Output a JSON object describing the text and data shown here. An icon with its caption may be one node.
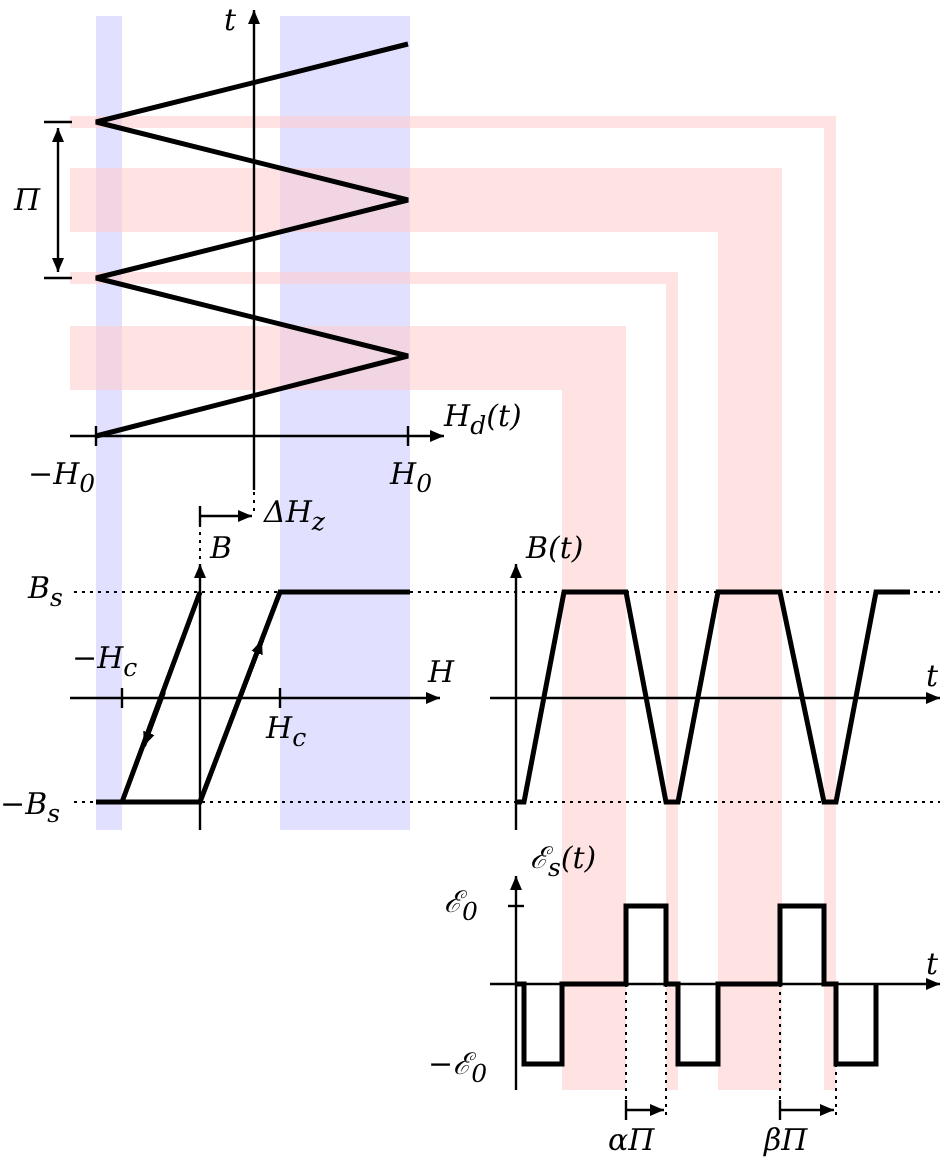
{
  "diagram": {
    "labels": [
      "t",
      "Π",
      "H$_{d}$(t)",
      "−H$_{0}$",
      "H$_{0}$",
      "ΔH$_{z}$",
      "B",
      "B(t)",
      "B$_{s}$",
      "−H$_{c}$",
      "H",
      "t",
      "H$_{c}$",
      "−B$_{s}$",
      "ℰ$_{s}$(t)",
      "ℰ$_{0}$",
      "t",
      "−ℰ$_{0}$",
      "αΠ",
      "βΠ"
    ]
  }
}
